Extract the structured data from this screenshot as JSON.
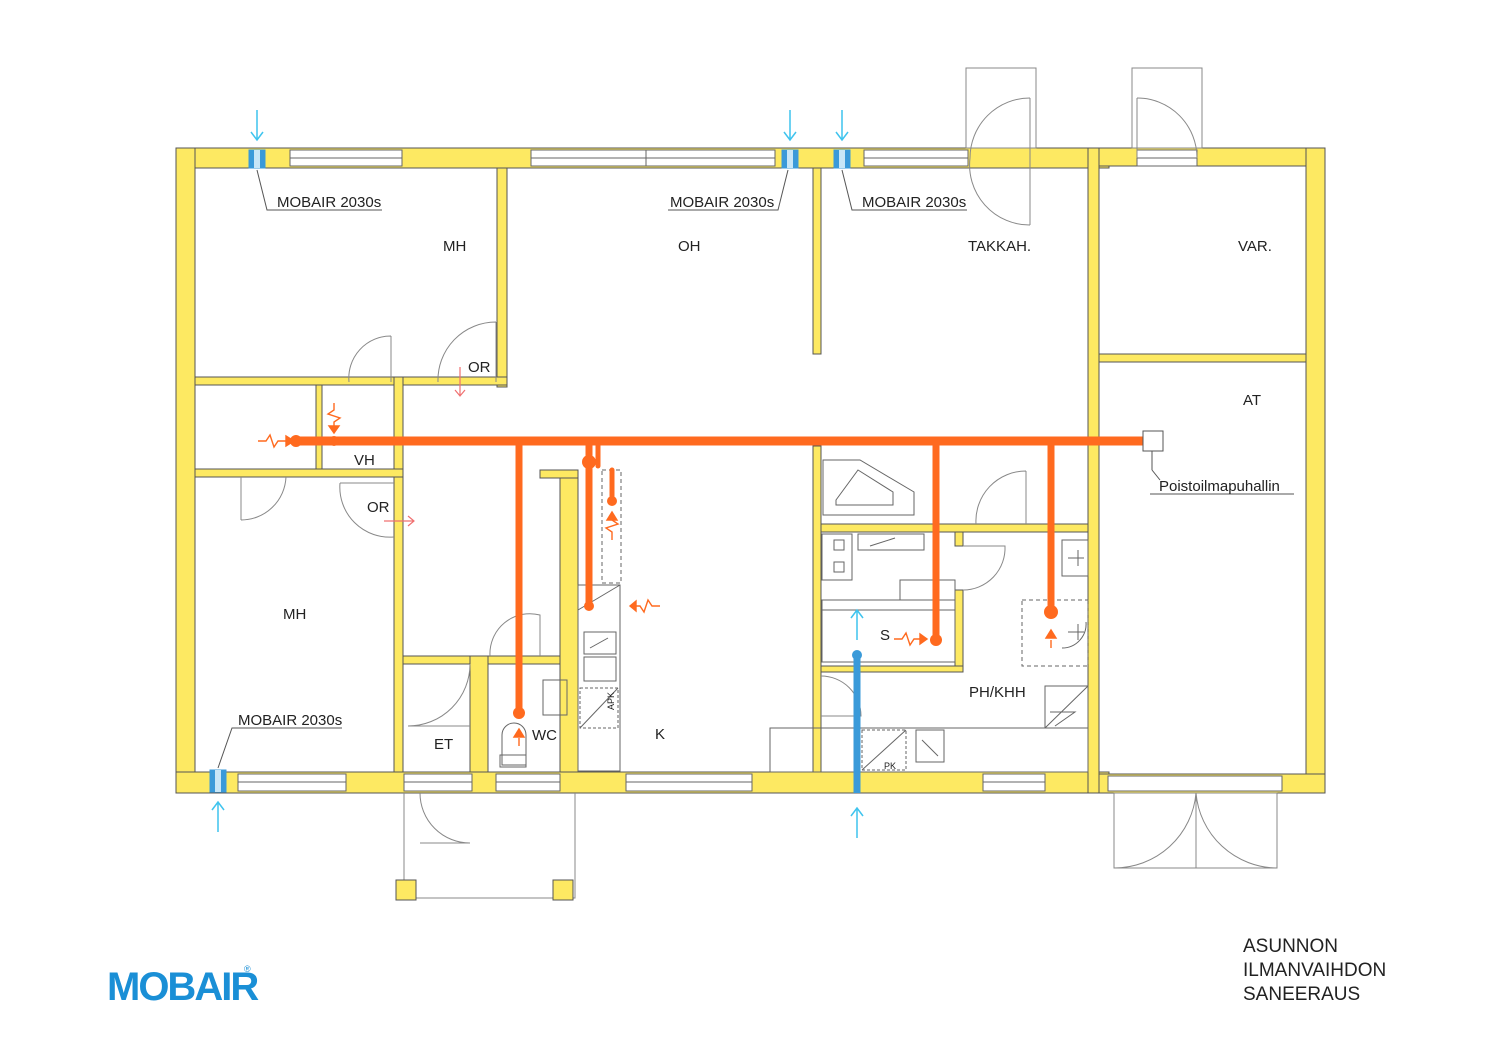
{
  "rooms": {
    "mh_top": "MH",
    "oh": "OH",
    "takkah": "TAKKAH.",
    "var": "VAR.",
    "or_top": "OR",
    "at": "AT",
    "vh": "VH",
    "or_mid": "OR",
    "mh_bottom": "MH",
    "s": "S",
    "ph_khh": "PH/KHH",
    "et": "ET",
    "wc": "WC",
    "k": "K"
  },
  "labels": {
    "valve_1": "MOBAIR 2030s",
    "valve_2": "MOBAIR 2030s",
    "valve_3": "MOBAIR 2030s",
    "valve_4": "MOBAIR 2030s",
    "fan": "Poistoilmapuhallin",
    "apk": "APK",
    "pk": "PK"
  },
  "title": {
    "line1": "ASUNNON",
    "line2": "ILMANVAIHDON",
    "line3": "SANEERAUS"
  },
  "logo": {
    "text": "MOBAIR",
    "mark": "®",
    "color": "#1a8fd6"
  },
  "colors": {
    "wall": "#fde962",
    "wall_stroke": "#555555",
    "duct": "#ff6a1f",
    "supply_air": "#3fc4ee",
    "valve": "#3a9ad9"
  }
}
